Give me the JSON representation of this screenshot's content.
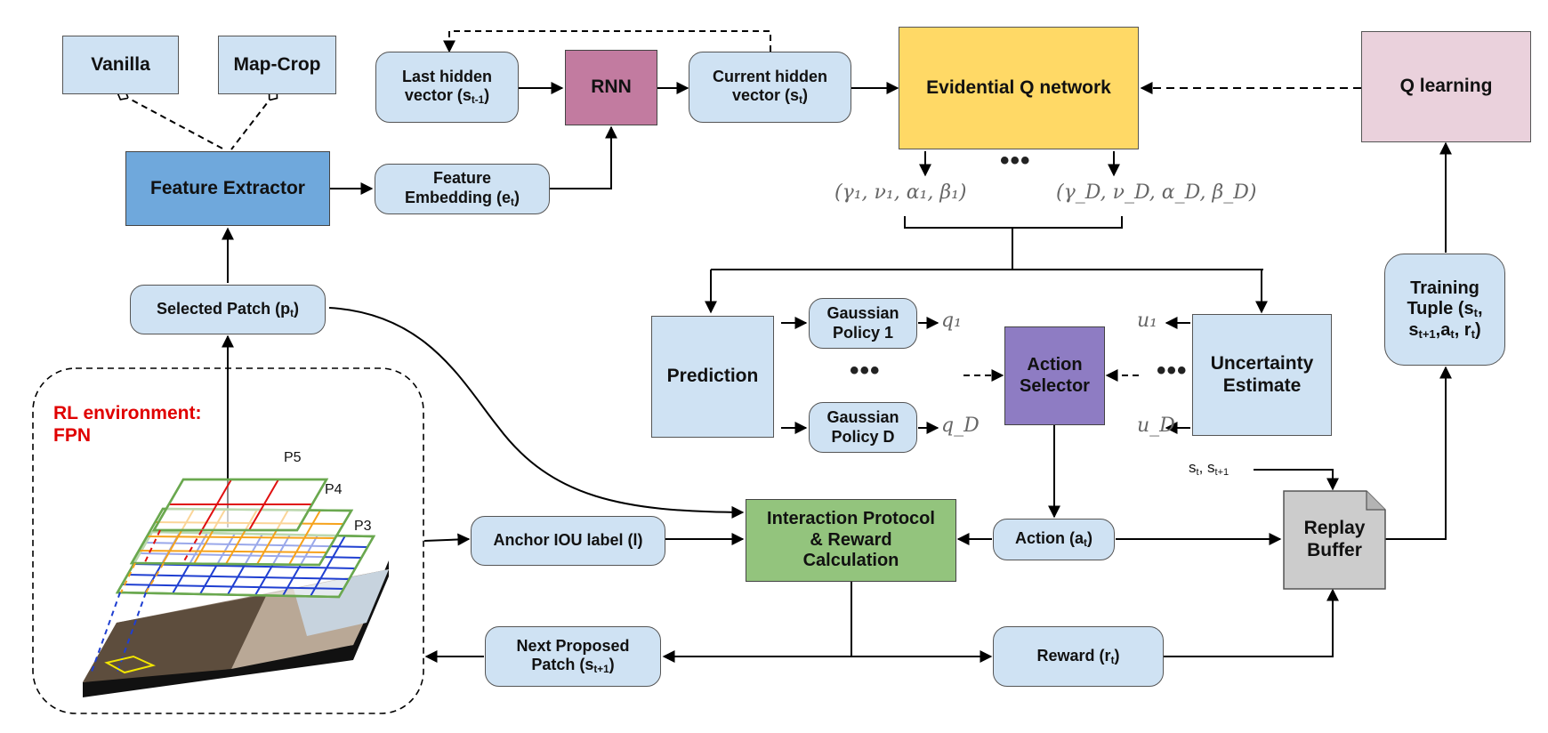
{
  "nodes": {
    "vanilla": "Vanilla",
    "map_crop": "Map-Crop",
    "feature_extractor": "Feature Extractor",
    "feature_embedding": {
      "line1": "Feature",
      "line2": "Embedding (e",
      "sub": "t",
      "close": ")"
    },
    "last_hidden": {
      "line1": "Last hidden",
      "line2": "vector (s",
      "sub": "t-1",
      "close": ")"
    },
    "rnn": "RNN",
    "current_hidden": {
      "line1": "Current hidden",
      "line2": "vector (s",
      "sub": "t",
      "close": ")"
    },
    "evidential_q": "Evidential Q network",
    "q_learning": "Q learning",
    "selected_patch": {
      "text": "Selected Patch (p",
      "sub": "t",
      "close": ")"
    },
    "prediction": "Prediction",
    "gaussian_policy_1": {
      "line1": "Gaussian",
      "line2": "Policy 1"
    },
    "gaussian_policy_d": {
      "line1": "Gaussian",
      "line2": "Policy D"
    },
    "action_selector": {
      "line1": "Action",
      "line2": "Selector"
    },
    "uncertainty_estimate": {
      "line1": "Uncertainty",
      "line2": "Estimate"
    },
    "training_tuple": {
      "line1": "Training",
      "line2a": "Tuple (s",
      "sub_t": "t",
      "line2b": ",",
      "line3a": "s",
      "sub_t1": "t+1",
      "line3b": ",a",
      "sub_at": "t",
      "line3c": ", r",
      "sub_rt": "t",
      "line3d": ")"
    },
    "anchor_iou": "Anchor IOU label (l)",
    "interaction_protocol": {
      "line1": "Interaction Protocol",
      "line2": "& Reward",
      "line3": "Calculation"
    },
    "action": {
      "text": "Action (a",
      "sub": "t",
      "close": ")"
    },
    "replay_buffer": {
      "line1": "Replay",
      "line2": "Buffer"
    },
    "next_patch": {
      "line1": "Next Proposed",
      "line2": "Patch (s",
      "sub": "t+1",
      "close": ")"
    },
    "reward": {
      "text": "Reward (r",
      "sub": "t",
      "close": ")"
    }
  },
  "math": {
    "params_1": "(γ₁, ν₁, α₁, β₁)",
    "params_d": "(γ_D, ν_D, α_D, β_D)",
    "q1": "q₁",
    "qd": "q_D",
    "u1": "u₁",
    "ud": "u_D"
  },
  "ellipses": [
    "•••",
    "•••",
    "•••"
  ],
  "states_label": {
    "s": "s",
    "sub1": "t",
    "mid": ", s",
    "sub2": "t+1"
  },
  "environment": {
    "title_line1": "RL environment:",
    "title_line2": "FPN",
    "levels": [
      "P5",
      "P4",
      "P3"
    ]
  },
  "colors": {
    "light_blue": "#cfe2f3",
    "feature_extractor": "#6fa8dc",
    "rnn": "#c27ba0",
    "evidential_q": "#ffd966",
    "q_learning": "#ead1dc",
    "action_selector": "#8e7cc3",
    "interaction": "#93c47d",
    "replay": "#cccccc",
    "env_title": "#e00000"
  }
}
